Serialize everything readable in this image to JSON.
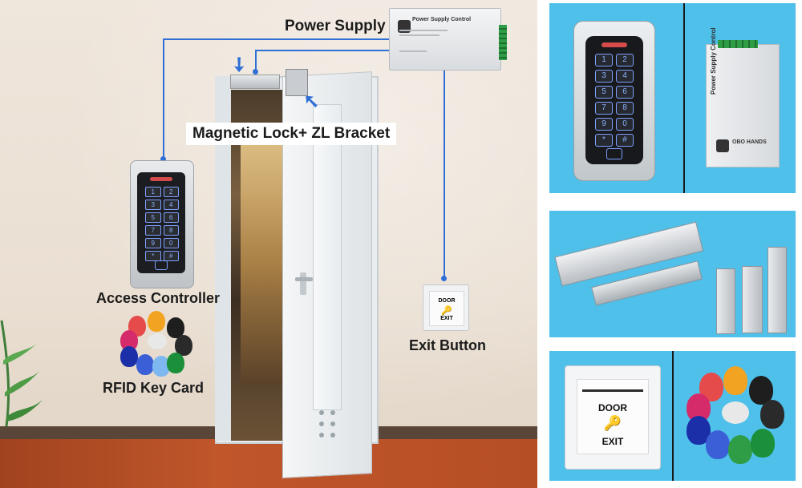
{
  "labels": {
    "power_supply": "Power Supply",
    "mag_lock": "Magnetic Lock+ ZL Bracket",
    "access_controller": "Access Controller",
    "rfid": "RFID Key Card",
    "exit_button": "Exit Button"
  },
  "psu_text": "Power Supply Control",
  "psu_brand": "OBO HANDS",
  "exit_plate": {
    "door": "DOOR",
    "exit": "EXIT",
    "key_glyph": "🔑"
  },
  "keypad_keys": [
    "1",
    "2",
    "3",
    "4",
    "5",
    "6",
    "7",
    "8",
    "9",
    "0",
    "*",
    "#"
  ],
  "colors": {
    "wire": "#2f6fd6",
    "panel_bg": "#4ec0ea"
  },
  "rfid_colors": [
    "#f2a322",
    "#e54b4b",
    "#1e1e1e",
    "#3a5fd6",
    "#2e9d46",
    "#7fb8f0",
    "#d62b6a",
    "#1a2fa8",
    "#2a2a2a",
    "#1b8f3a"
  ]
}
